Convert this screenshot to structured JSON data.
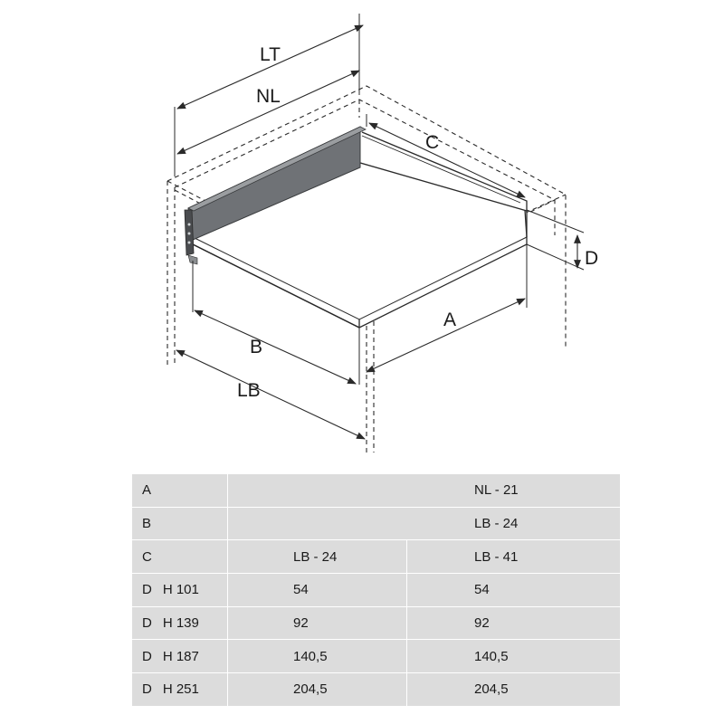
{
  "diagram": {
    "labels": {
      "lt": "LT",
      "nl": "NL",
      "c": "C",
      "d": "D",
      "a": "A",
      "b": "B",
      "lb": "LB"
    },
    "colors": {
      "panel": "#6f7276",
      "panel_edge": "#3a3c3e",
      "line": "#2a2a2a",
      "table_bg": "#dcdcdc"
    }
  },
  "table": {
    "rows": [
      {
        "label": "A",
        "sub": "",
        "span_value": "NL - 21"
      },
      {
        "label": "B",
        "sub": "",
        "span_value": "LB - 24"
      },
      {
        "label": "C",
        "sub": "",
        "col1": "LB - 24",
        "col2": "LB - 41"
      },
      {
        "label": "D",
        "sub": "H 101",
        "col1": "54",
        "col2": "54"
      },
      {
        "label": "D",
        "sub": "H 139",
        "col1": "92",
        "col2": "92"
      },
      {
        "label": "D",
        "sub": "H 187",
        "col1": "140,5",
        "col2": "140,5"
      },
      {
        "label": "D",
        "sub": "H 251",
        "col1": "204,5",
        "col2": "204,5"
      }
    ]
  }
}
